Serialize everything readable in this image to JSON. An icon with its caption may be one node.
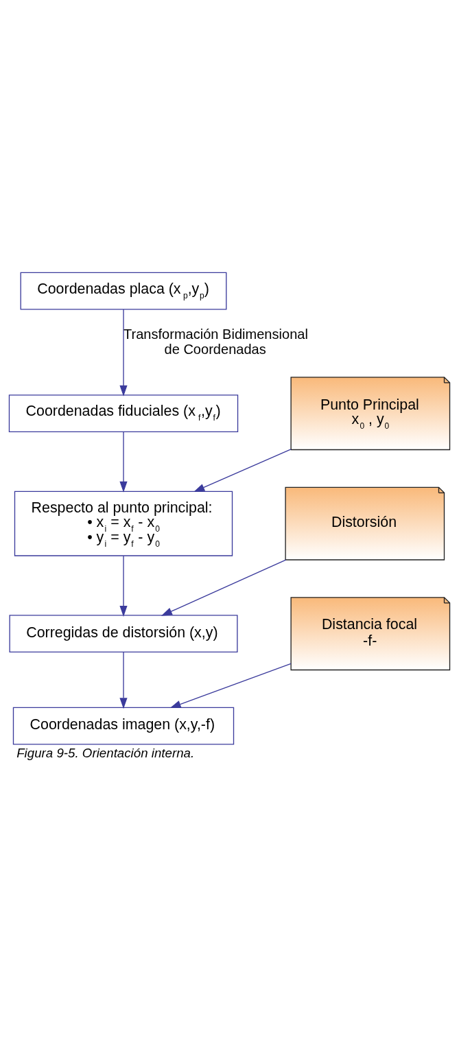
{
  "diagram": {
    "caption": "Figura 9-5. Orientación interna.",
    "nodes": [
      {
        "text": [
          "Coordenadas placa (x$_{p}$,y$_{p}$)"
        ]
      },
      {
        "text": [
          "Coordenadas fiduciales (x$_{f}$,y$_{f}$)"
        ]
      },
      {
        "text": [
          "Punto Principal",
          "x$_{0}$ , y$_{0}$"
        ]
      },
      {
        "text": [
          "Respecto al punto principal:",
          "• x$_{i}$ = x$_{f}$ - x$_{0}$",
          "• y$_{i}$ = y$_{f}$ - y$_{0}$"
        ]
      },
      {
        "text": [
          "Distorsión"
        ]
      },
      {
        "text": [
          "Corregidas de distorsión (x,y)"
        ]
      },
      {
        "text": [
          "Distancia focal",
          "-f-"
        ]
      },
      {
        "text": [
          "Coordenadas imagen (x,y,-f)"
        ]
      }
    ],
    "edges": [
      {
        "from": 0,
        "to": 1,
        "arrow": "to",
        "label": "Transformación Bidimensional de Coordenadas"
      },
      {
        "from": 1,
        "to": 3,
        "arrow": "to"
      },
      {
        "from": 2,
        "to": 3,
        "arrow": "to"
      },
      {
        "from": 3,
        "to": 5,
        "arrow": "to"
      },
      {
        "from": 4,
        "to": 5,
        "arrow": "to"
      },
      {
        "from": 5,
        "to": 7,
        "arrow": "to"
      },
      {
        "from": 6,
        "to": 7,
        "arrow": "to"
      }
    ]
  }
}
